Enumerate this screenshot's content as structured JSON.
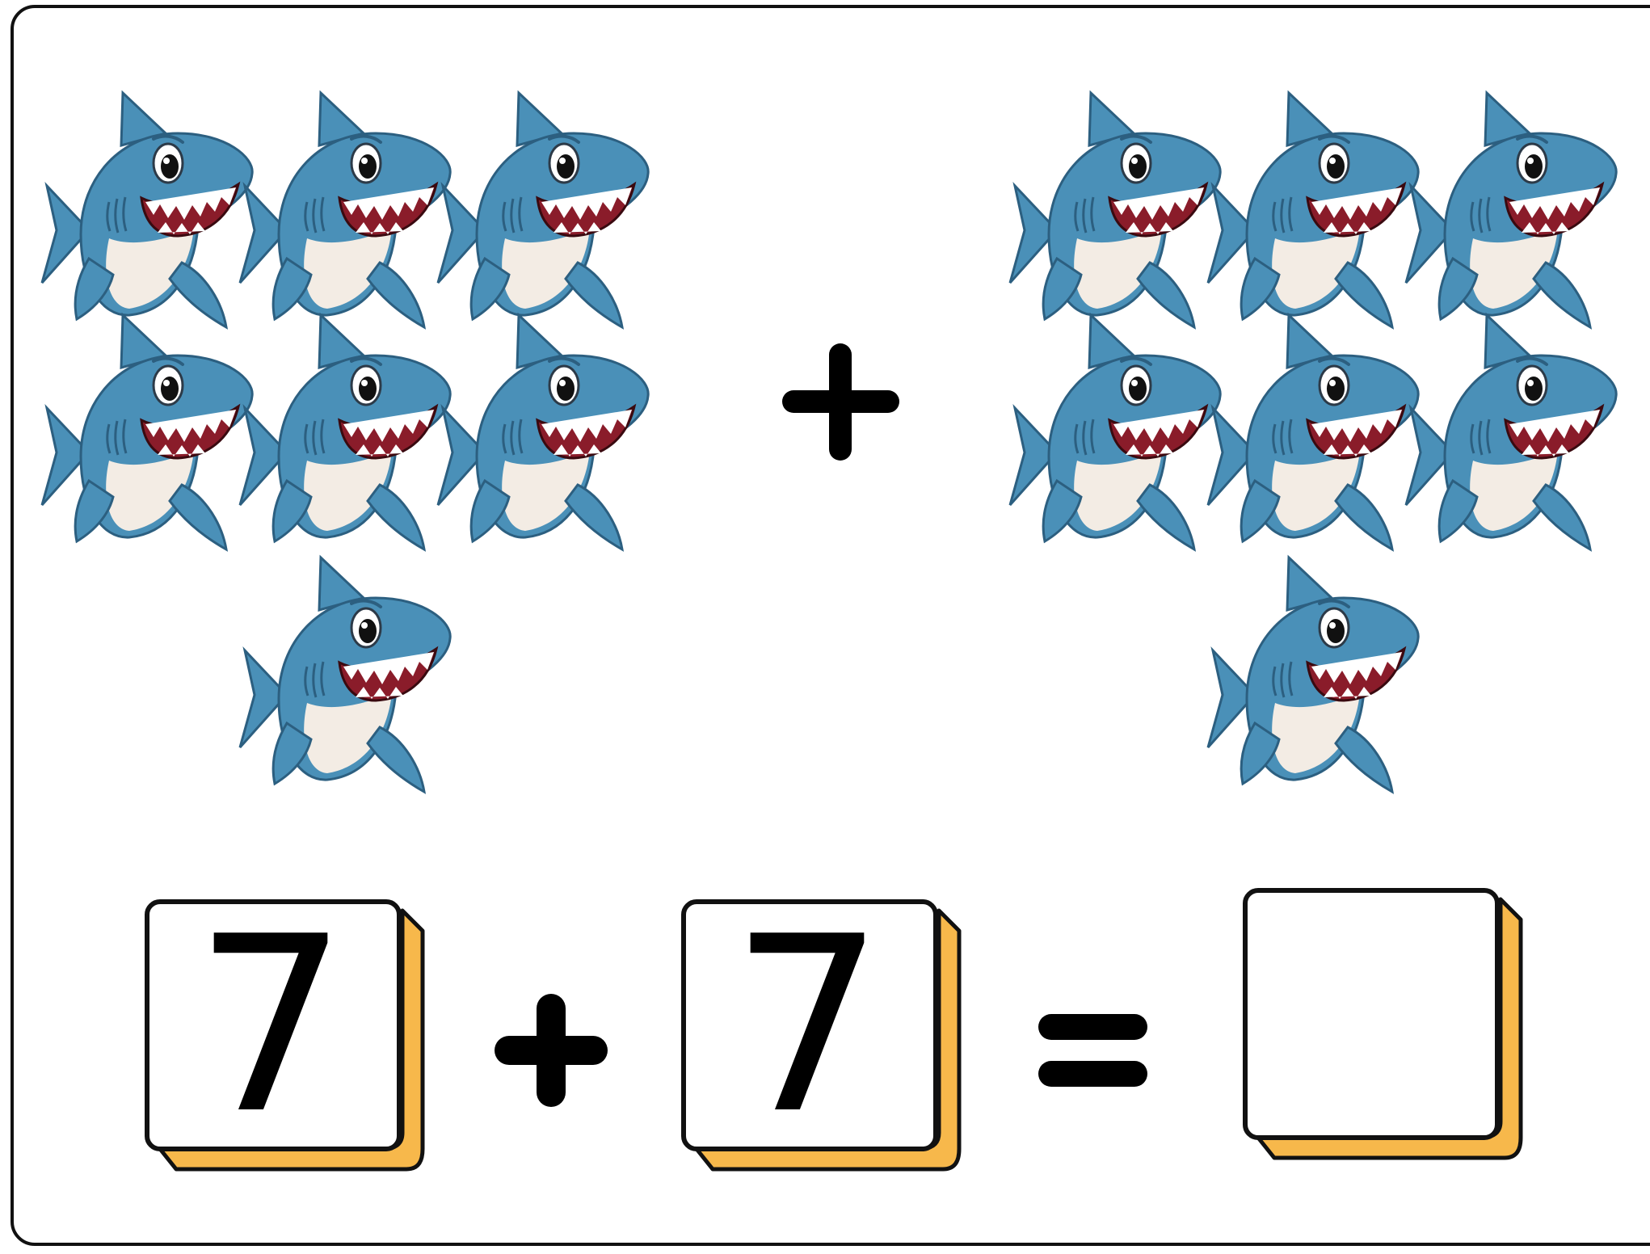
{
  "worksheet": {
    "left_group": {
      "count": 7,
      "icon": "shark-icon"
    },
    "right_group": {
      "count": 7,
      "icon": "shark-icon"
    },
    "group_operator": "+",
    "equation": {
      "first_addend": "7",
      "operator": "+",
      "second_addend": "7",
      "equals": "=",
      "answer": ""
    },
    "colors": {
      "shark_body": "#4a90b8",
      "shark_belly": "#f3ece4",
      "tile_shadow": "#f7b84b",
      "ink": "#111111"
    }
  }
}
